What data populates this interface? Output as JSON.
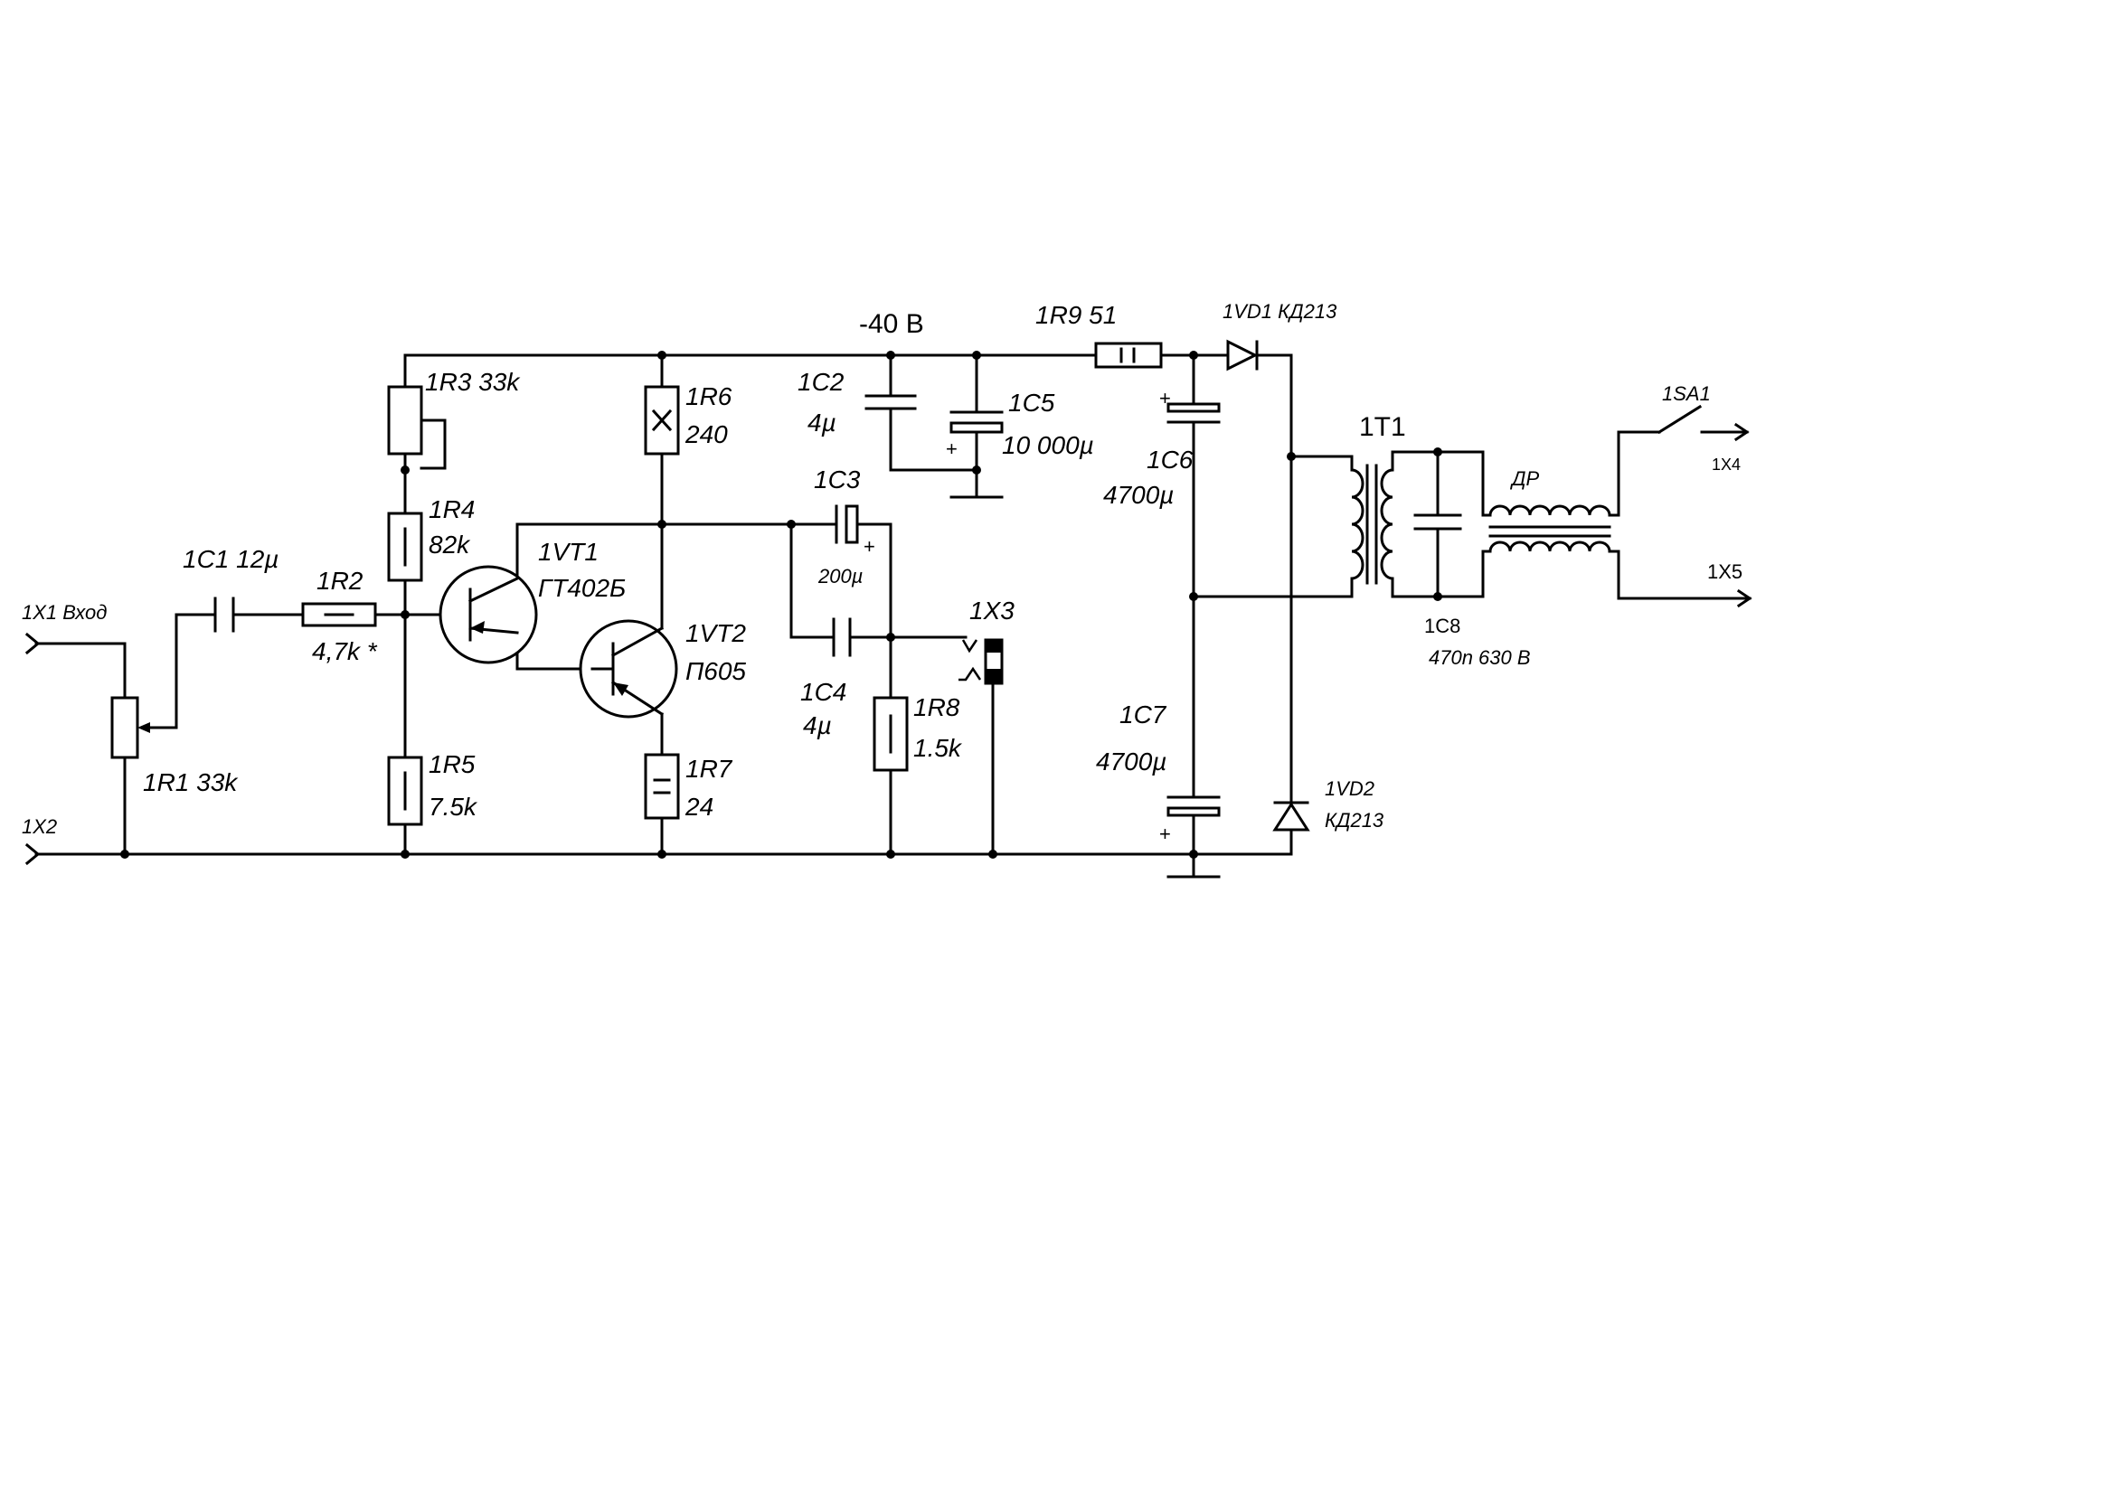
{
  "labels": {
    "x1": "1X1 Вход",
    "x2": "1X2",
    "x3": "1X3",
    "x4": "1X4",
    "x5": "1X5",
    "r1": "1R1 33k",
    "c1": "1C1  12µ",
    "r2": "1R2",
    "r2_val": "4,7k *",
    "r3": "1R3  33k",
    "r4": "1R4",
    "r4_val": "82k",
    "r5": "1R5",
    "r5_val": "7.5k",
    "vt1": "1VT1",
    "vt1_type": "ГТ402Б",
    "vt2": "1VT2",
    "vt2_type": "П605",
    "r6": "1R6",
    "r6_val": "240",
    "r7": "1R7",
    "r7_val": "24",
    "c3": "1C3",
    "c3_val": "200µ",
    "c4": "1C4",
    "c4_val": "4µ",
    "r8": "1R8",
    "r8_val": "1.5k",
    "supply": "-40 В",
    "c2": "1C2",
    "c2_val": "4µ",
    "c5": "1C5",
    "c5_val": "10 000µ",
    "r9": "1R9  51",
    "vd1": "1VD1 КД213",
    "c6": "1C6",
    "c6_val": "4700µ",
    "c7": "1C7",
    "c7_val": "4700µ",
    "vd2": "1VD2",
    "vd2_type": "КД213",
    "t1": "1T1",
    "c8": "1C8",
    "c8_val": "470n 630 В",
    "dr": "ДР",
    "sa1": "1SA1",
    "plus": "+"
  }
}
